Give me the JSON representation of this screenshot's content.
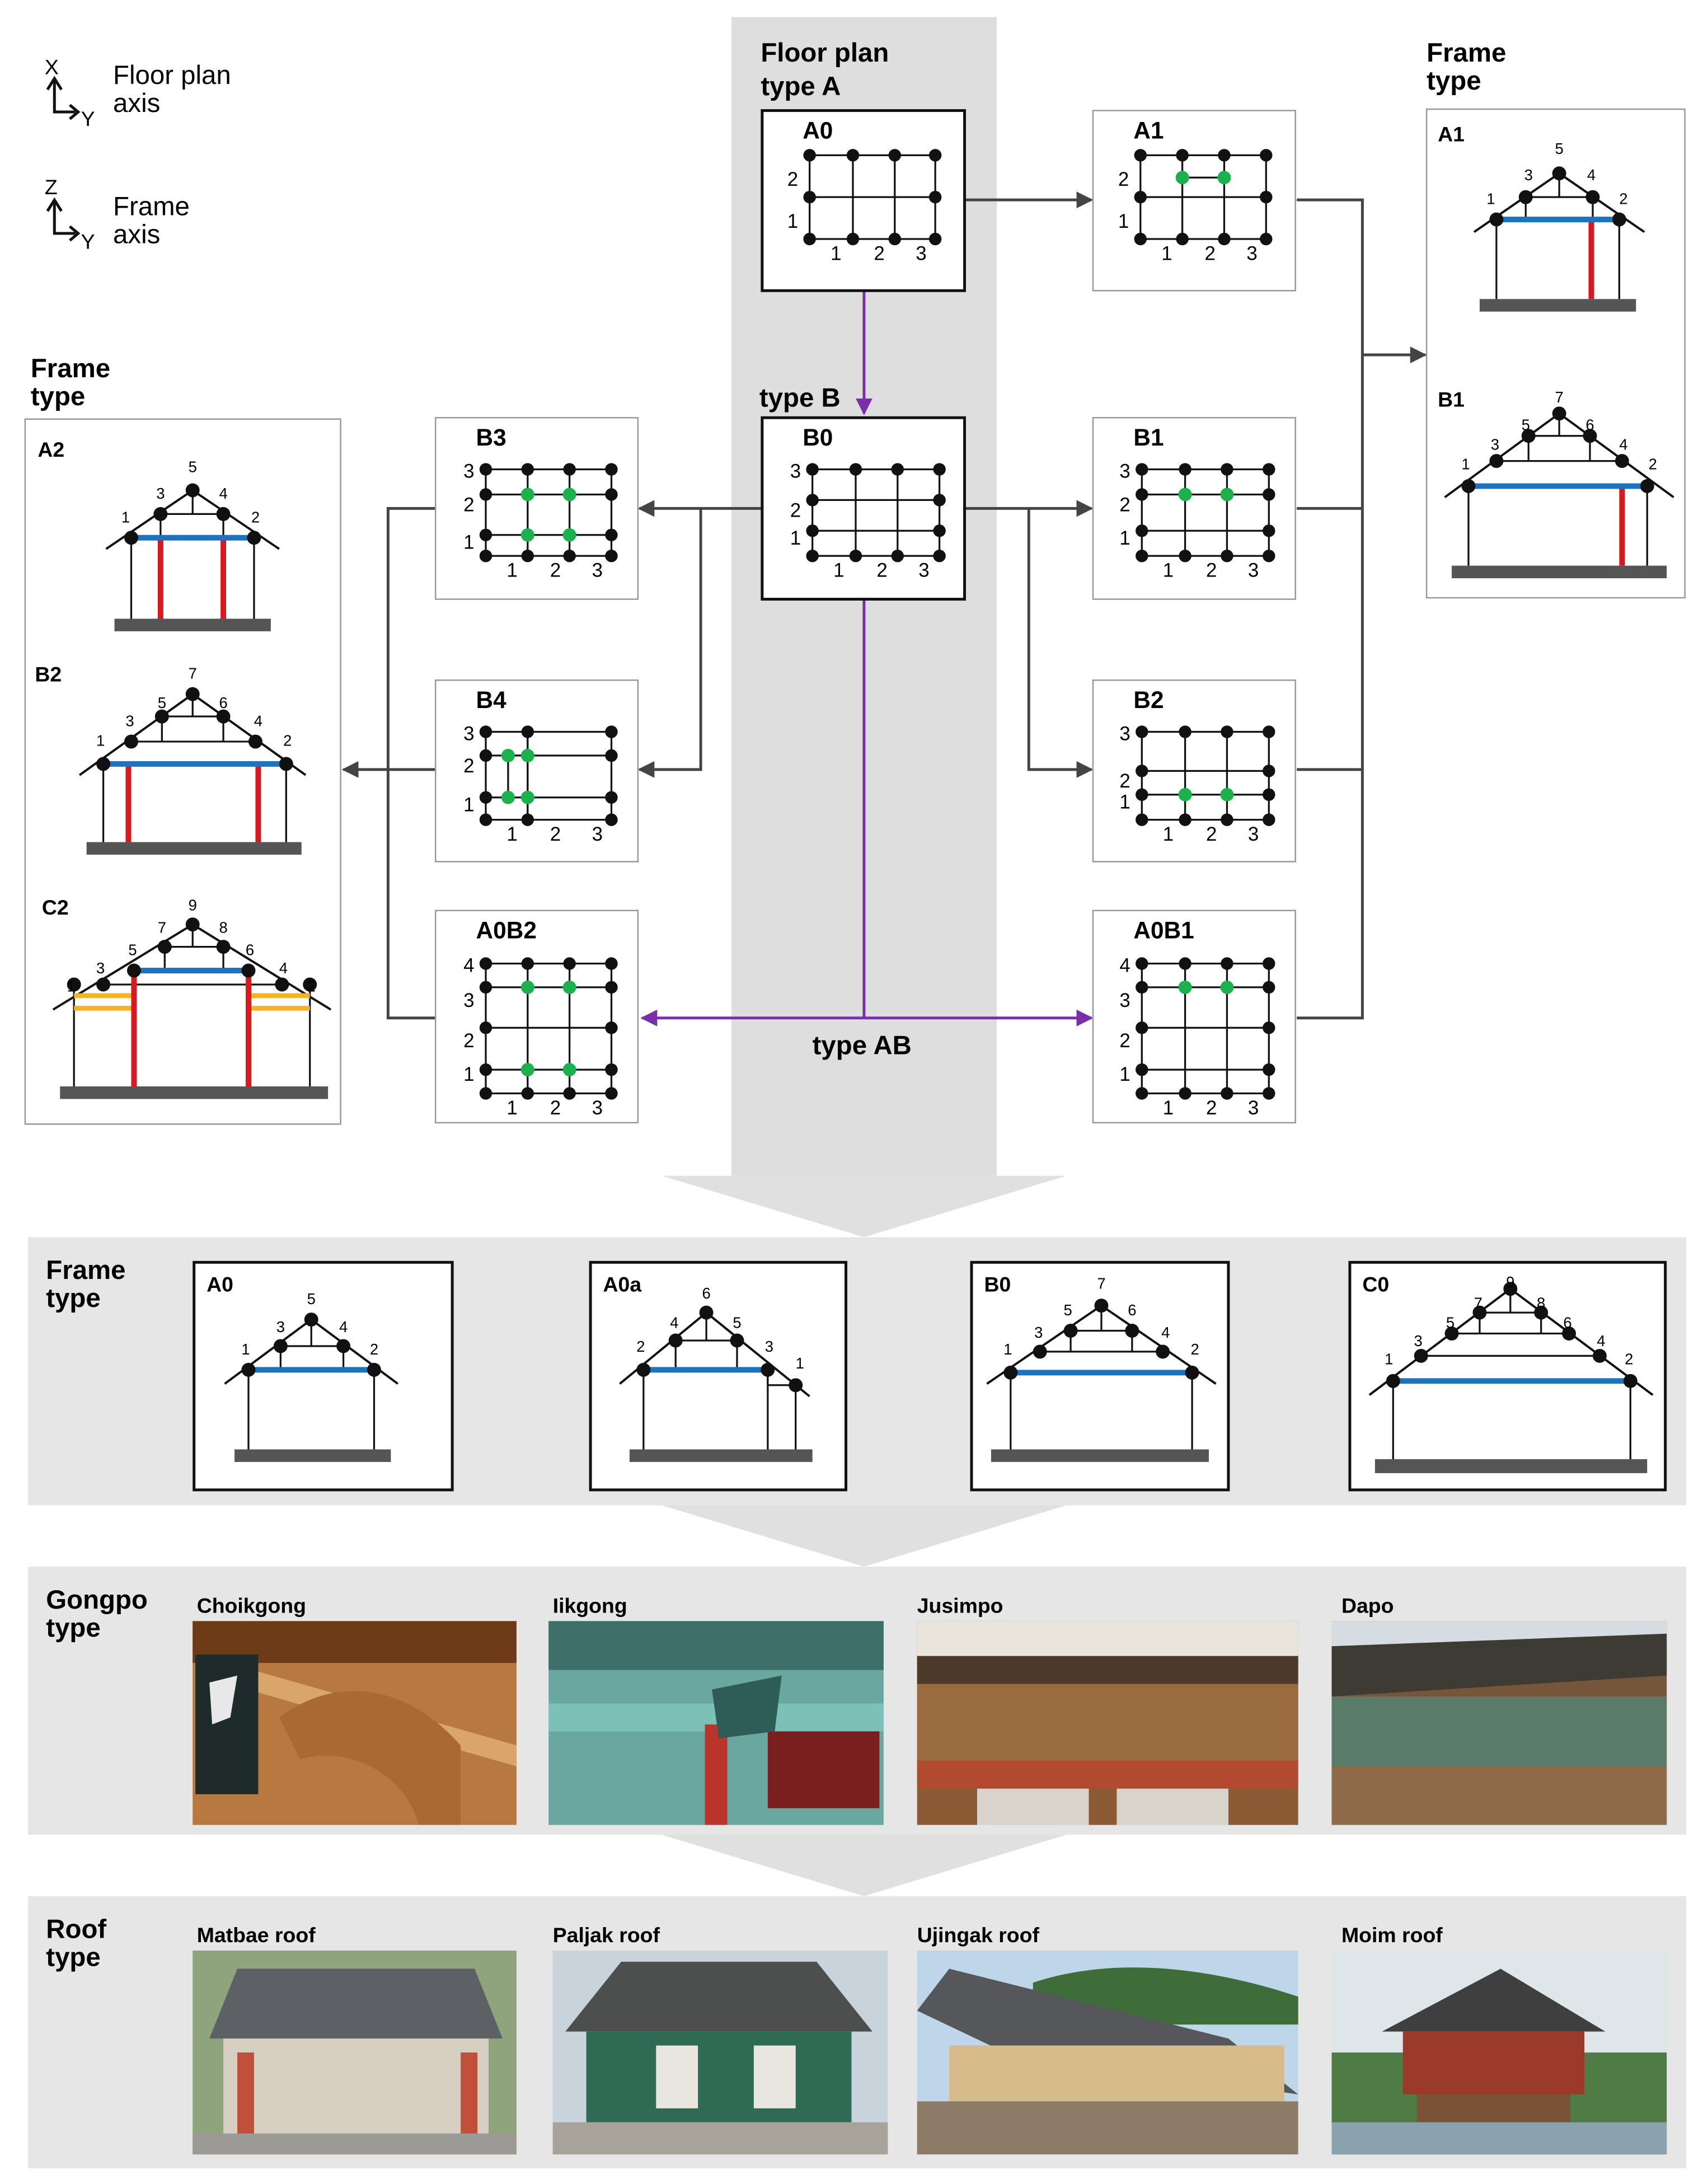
{
  "axes": {
    "floor": {
      "x": "X",
      "y": "Y",
      "label1": "Floor plan",
      "label2": "axis"
    },
    "frame": {
      "z": "Z",
      "y": "Y",
      "label1": "Frame",
      "label2": "axis"
    }
  },
  "section_labels": {
    "floor_plan_type_a_1": "Floor plan",
    "floor_plan_type_a_2": "type A",
    "type_b": "type B",
    "type_ab": "type AB",
    "frame_type_right_1": "Frame",
    "frame_type_right_2": "type",
    "frame_type_left_1": "Frame",
    "frame_type_left_2": "type"
  },
  "plans": {
    "A0": "A0",
    "A1": "A1",
    "B0": "B0",
    "B1": "B1",
    "B2": "B2",
    "B3": "B3",
    "B4": "B4",
    "A0B1": "A0B1",
    "A0B2": "A0B2"
  },
  "frames": {
    "A1": "A1",
    "B1": "B1",
    "A2": "A2",
    "B2": "B2",
    "C2": "C2"
  },
  "bands": {
    "frame": {
      "label1": "Frame",
      "label2": "type",
      "items": [
        "A0",
        "A0a",
        "B0",
        "C0"
      ]
    },
    "gongpo": {
      "label1": "Gongpo",
      "label2": "type",
      "items": [
        "Choikgong",
        "Iikgong",
        "Jusimpo",
        "Dapo"
      ]
    },
    "roof": {
      "label1": "Roof",
      "label2": "type",
      "items": [
        "Matbae roof",
        "Paljak roof",
        "Ujingak roof",
        "Moim roof"
      ]
    }
  },
  "colors": {
    "beam": "#1e73be",
    "column": "#d71920",
    "added_node": "#1bb14c",
    "sub_beam": "#f5b324",
    "arrow_purple": "#7b2fa6",
    "band_gray": "#e6e6e6"
  }
}
